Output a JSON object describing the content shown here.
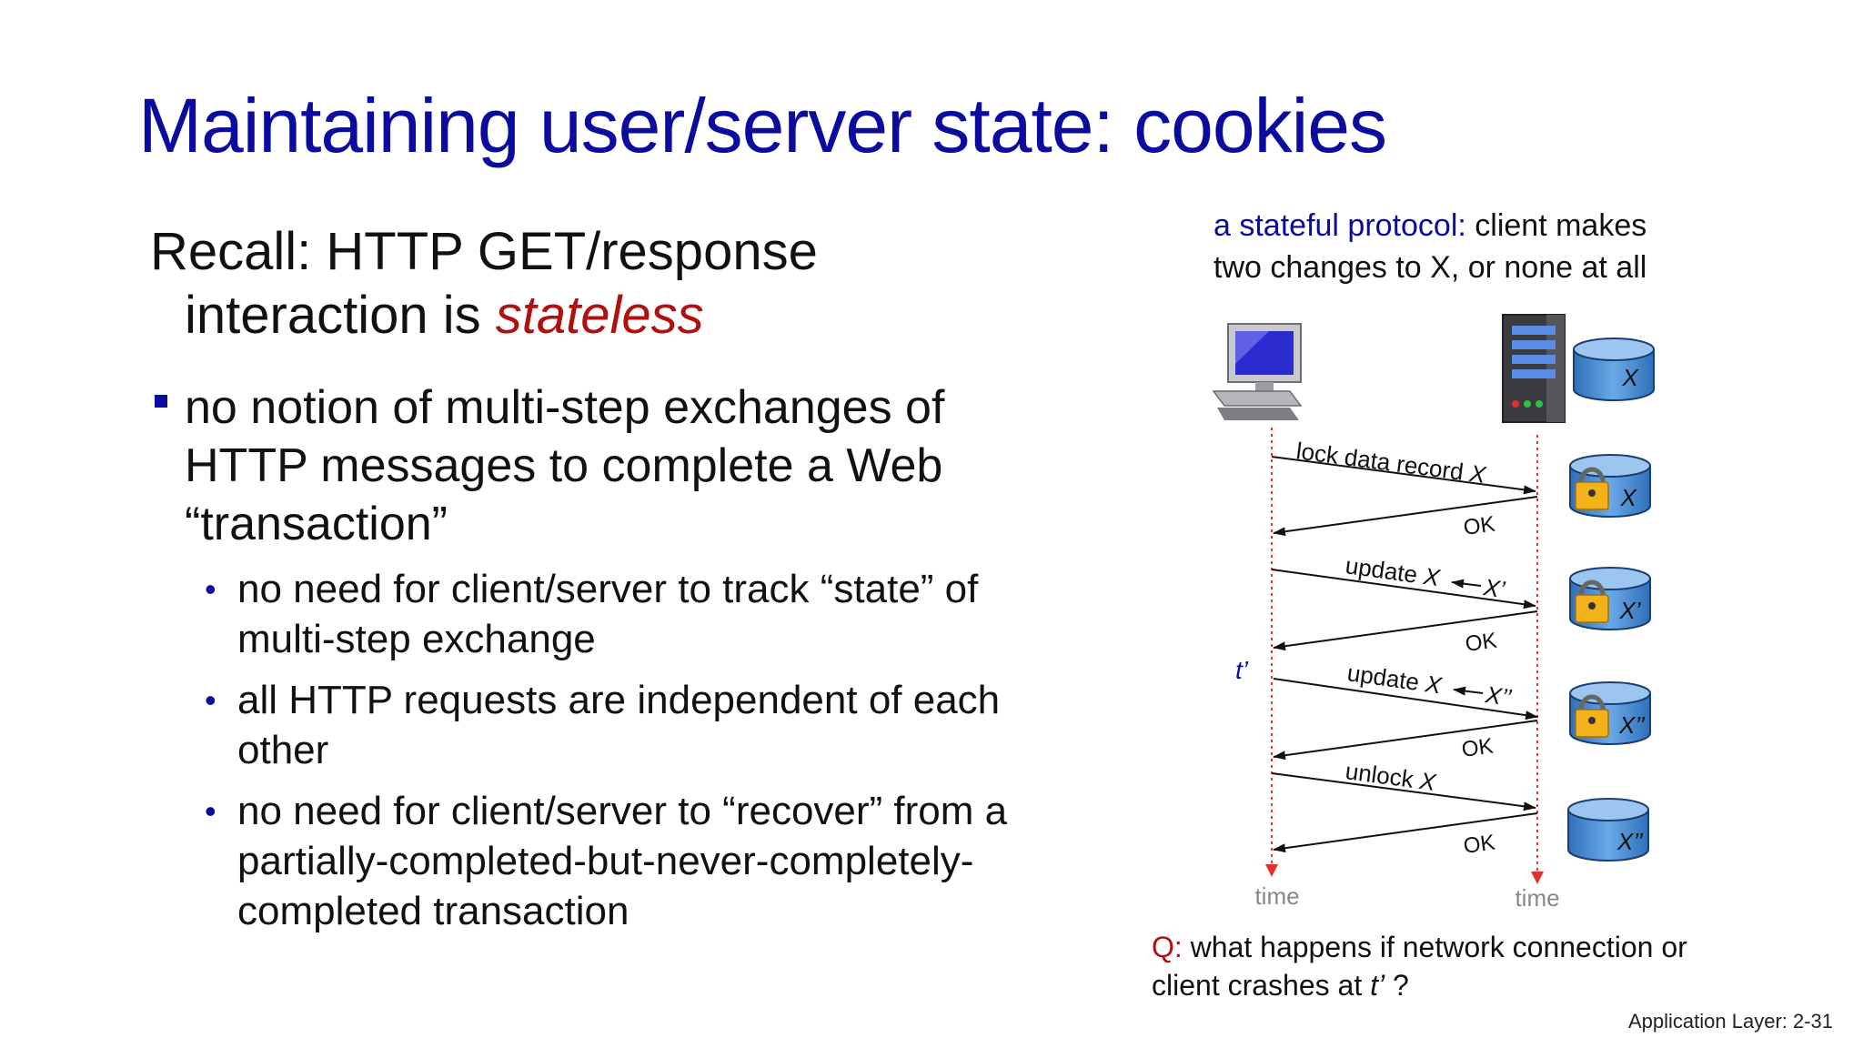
{
  "title": "Maintaining user/server state: cookies",
  "recall": {
    "prefix": "Recall:  HTTP GET/response",
    "line2": "interaction is ",
    "stateless": "stateless"
  },
  "bullet": {
    "text": "no notion of multi-step exchanges of HTTP messages to complete a Web “transaction”",
    "subs": [
      "no need for client/server to track “state” of multi-step exchange",
      "all HTTP requests are independent of each other",
      "no need for client/server to “recover” from a partially-completed-but-never-completely-completed transaction"
    ]
  },
  "protocol_note": {
    "label": "a stateful protocol:",
    "line1_rest": " client makes",
    "line2": "two changes to X, or none at all"
  },
  "diagram": {
    "db_label_initial": "X",
    "messages": {
      "lock": "lock data record ",
      "lock_var": "X",
      "ok": "OK",
      "update": "update ",
      "update_var": "X",
      "new_value_1": "X’",
      "new_value_2": "X’’",
      "unlock": "unlock ",
      "unlock_var": "X"
    },
    "db_states": [
      "X",
      "X’",
      "X’’",
      "X’’"
    ],
    "t_prime": "t’",
    "time_label": "time",
    "colors": {
      "timeline": "#e53030",
      "accent": "#0b0ba0",
      "db": "#4a8fd6",
      "lock": "#f2b31a"
    }
  },
  "question": {
    "label": "Q:",
    "line1_rest": " what happens if network connection or",
    "line2_prefix": "client crashes at ",
    "t_prime": "t’",
    "line2_suffix": " ?"
  },
  "footer": "Application Layer: 2-31"
}
